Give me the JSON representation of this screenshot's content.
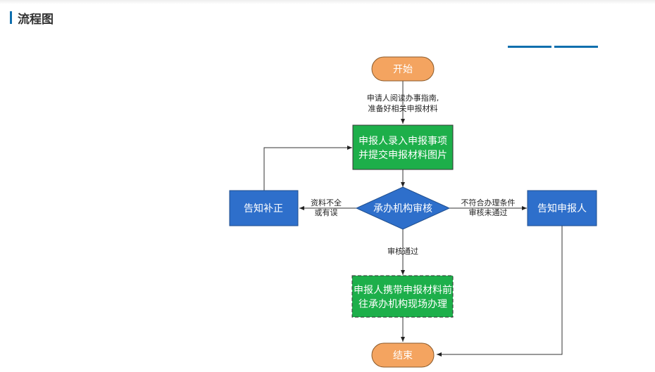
{
  "header": {
    "title": "流程图"
  },
  "colors": {
    "accent": "#0f6fae",
    "terminal": "#f4a460",
    "process": "#1daf4a",
    "decision": "#2e6fcb",
    "notice": "#2e6fcb"
  },
  "flow": {
    "start": "开始",
    "step1_note_line1": "申请人阅读办事指南,",
    "step1_note_line2": "准备好相关申报材料",
    "submit_line1": "申报人录入申报事项",
    "submit_line2": "并提交申报材料图片",
    "review": "承办机构审核",
    "incomplete_line1": "资料不全",
    "incomplete_line2": "或有误",
    "correction": "告知补正",
    "reject_line1": "不符合办理条件",
    "reject_line2": "审核未通过",
    "notify": "告知申报人",
    "approved": "审核通过",
    "onsite_line1": "申报人携带申报材料前",
    "onsite_line2": "往承办机构现场办理",
    "end": "结束"
  }
}
